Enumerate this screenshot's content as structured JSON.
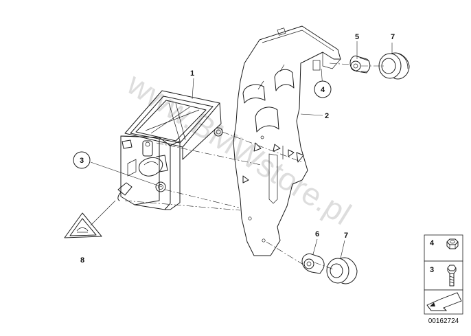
{
  "diagram": {
    "callouts": [
      {
        "id": "1",
        "label": "1",
        "circled": false
      },
      {
        "id": "2",
        "label": "2",
        "circled": false
      },
      {
        "id": "3",
        "label": "3",
        "circled": true
      },
      {
        "id": "4",
        "label": "4",
        "circled": true
      },
      {
        "id": "5",
        "label": "5",
        "circled": false
      },
      {
        "id": "6",
        "label": "6",
        "circled": false
      },
      {
        "id": "7a",
        "label": "7",
        "circled": false
      },
      {
        "id": "7b",
        "label": "7",
        "circled": false
      },
      {
        "id": "8",
        "label": "8",
        "circled": false
      }
    ],
    "legend": {
      "items": [
        {
          "label": "4",
          "icon": "hex-nut-icon"
        },
        {
          "label": "3",
          "icon": "hex-bolt-icon"
        }
      ],
      "arrow_icon": "arrow-panel-icon"
    },
    "watermark": "www.BMWstore.pl",
    "image_code": "00162724"
  }
}
